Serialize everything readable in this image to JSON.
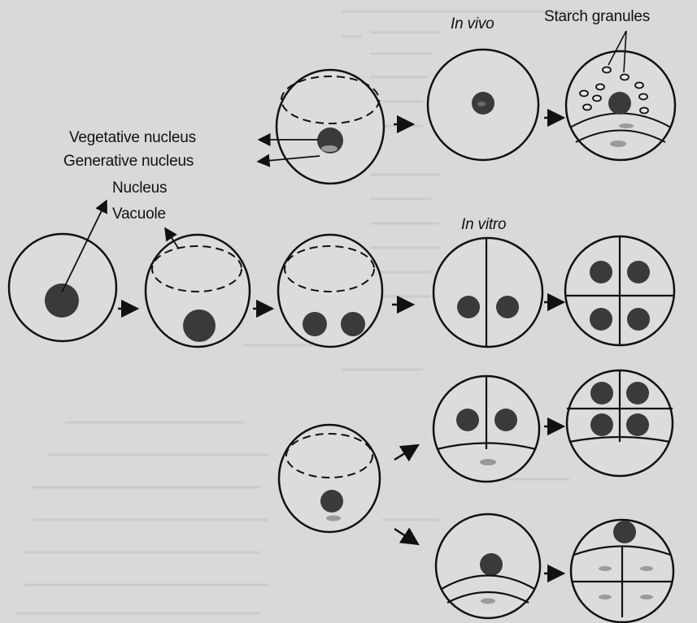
{
  "labels": {
    "vegetative_nucleus": "Vegetative nucleus",
    "generative_nucleus": "Generative nucleus",
    "nucleus": "Nucleus",
    "vacuole": "Vacuole",
    "in_vivo": "In vivo",
    "in_vitro": "In vitro",
    "starch_granules": "Starch granules"
  },
  "colors": {
    "background": "#d9d9d9",
    "ink": "#111111",
    "nucleus_fill": "#3a3a3a",
    "cytoplasm_speck": "#9a9a9a"
  }
}
